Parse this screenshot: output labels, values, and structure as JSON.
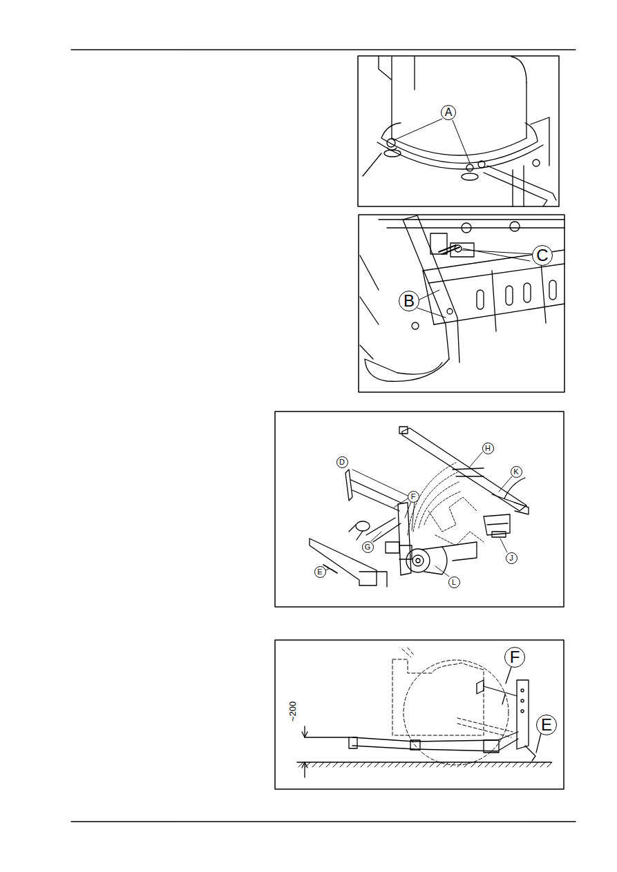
{
  "diagram": {
    "nodes": [
      {
        "text": [
          "A"
        ]
      },
      {
        "text": [
          "C"
        ]
      },
      {
        "text": [
          "B"
        ]
      },
      {
        "text": [
          "H"
        ]
      },
      {
        "text": [
          "D"
        ]
      },
      {
        "text": [
          "K"
        ]
      },
      {
        "text": [
          "F"
        ]
      },
      {
        "text": [
          "G"
        ]
      },
      {
        "text": [
          "E"
        ]
      },
      {
        "text": [
          "J"
        ]
      },
      {
        "text": [
          "L"
        ]
      },
      {
        "text": [
          "F"
        ]
      },
      {
        "text": [
          "E"
        ]
      }
    ],
    "edges": [],
    "labels": [
      "~200"
    ]
  }
}
